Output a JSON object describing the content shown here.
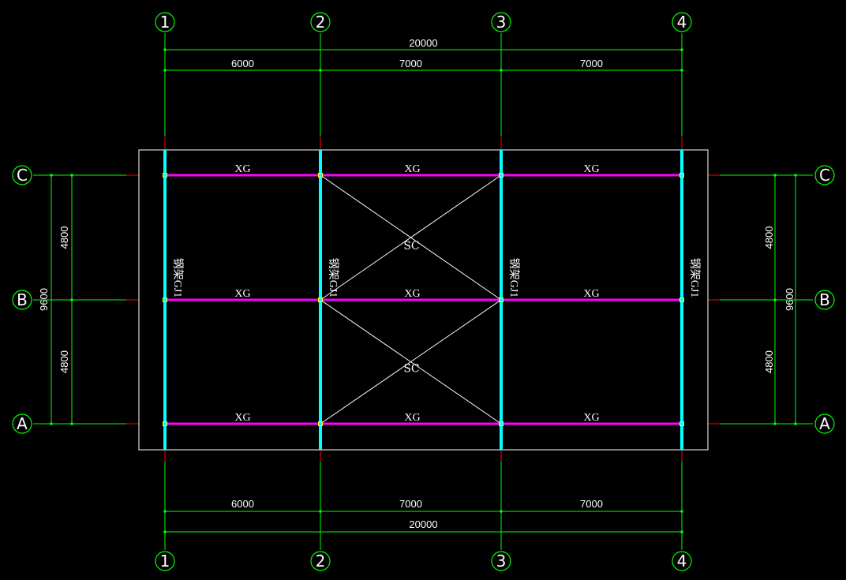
{
  "drawing": {
    "colors": {
      "background": "#000000",
      "axis": "#00ff00",
      "dimension": "#00ff00",
      "beam_xg": "#ff00ff",
      "truss_column": "#00ffff",
      "outline": "#ffffff",
      "brace_sc": "#ffffff",
      "axis_extension": "#ff0000",
      "node": "#ffff00",
      "text": "#ffffff"
    },
    "axes_x": [
      {
        "id": "1",
        "label": "1"
      },
      {
        "id": "2",
        "label": "2"
      },
      {
        "id": "3",
        "label": "3"
      },
      {
        "id": "4",
        "label": "4"
      }
    ],
    "axes_y": [
      {
        "id": "C",
        "label": "C"
      },
      {
        "id": "B",
        "label": "B"
      },
      {
        "id": "A",
        "label": "A"
      }
    ],
    "dimensions": {
      "top_total": "20000",
      "top_spans": [
        "6000",
        "7000",
        "7000"
      ],
      "bottom_total": "20000",
      "bottom_spans": [
        "6000",
        "7000",
        "7000"
      ],
      "left_total": "9600",
      "left_spans": [
        "4800",
        "4800"
      ],
      "right_total": "9600",
      "right_spans": [
        "4800",
        "4800"
      ]
    },
    "beams": {
      "label": "XG",
      "rows": [
        [
          "XG",
          "XG",
          "XG"
        ],
        [
          "XG",
          "XG",
          "XG"
        ],
        [
          "XG",
          "XG",
          "XG"
        ]
      ]
    },
    "braces": {
      "label": "SC",
      "items": [
        "SC",
        "SC"
      ]
    },
    "trusses": [
      "钢架GJ1",
      "钢架GJ1",
      "钢架GJ1",
      "钢架GJ1"
    ]
  }
}
